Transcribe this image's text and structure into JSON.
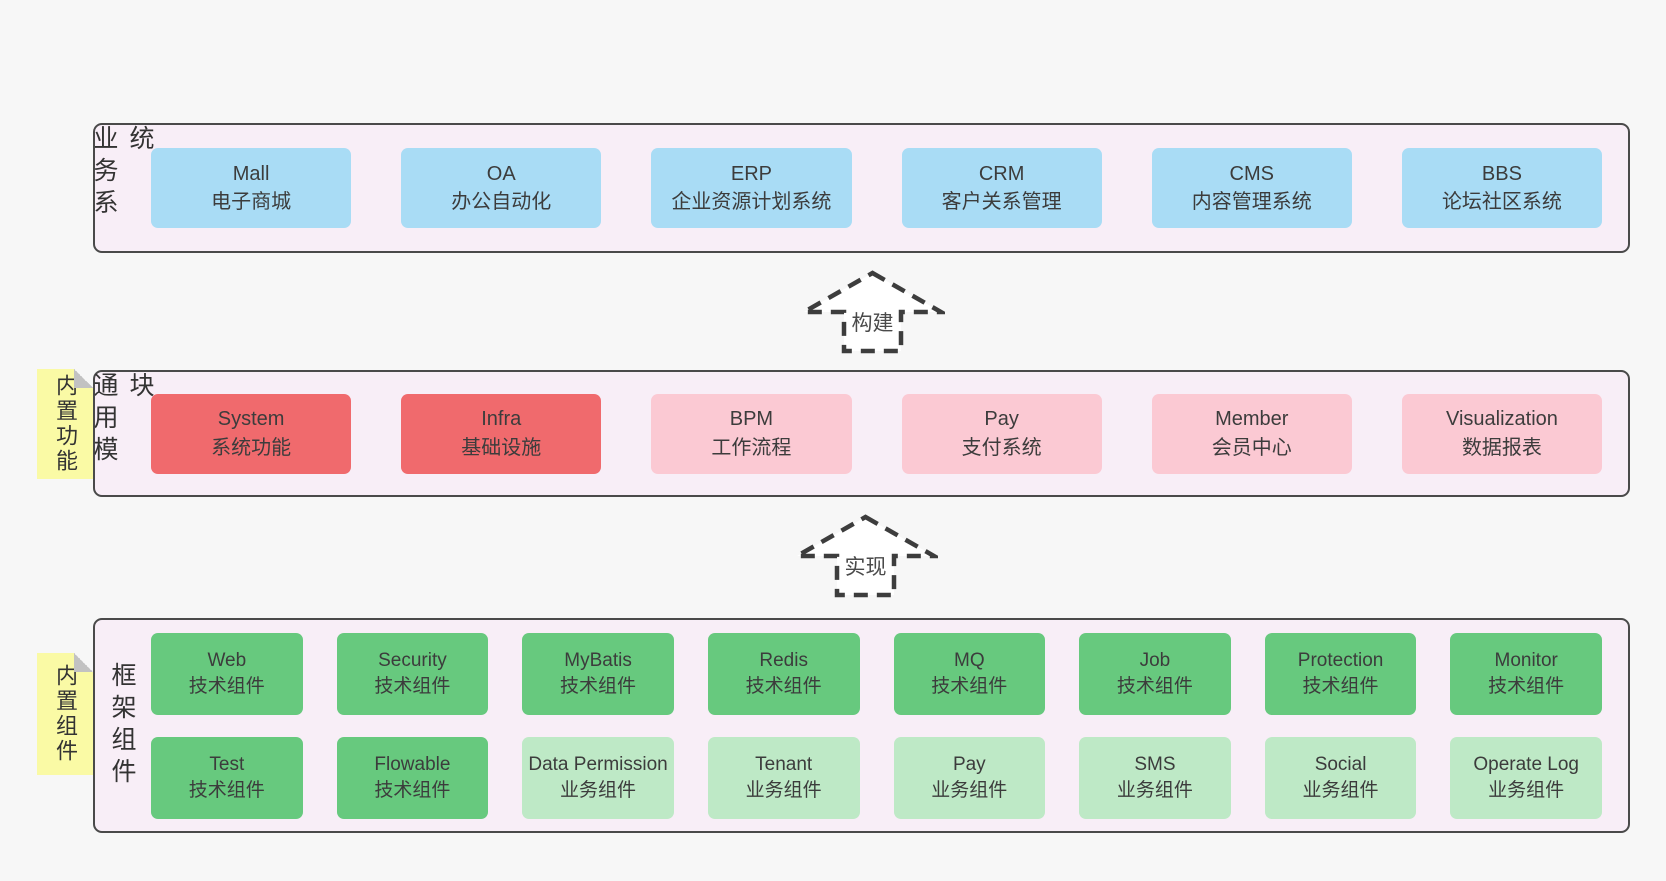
{
  "palette": {
    "page_bg": "#f7f7f7",
    "band_bg": "#f8eef7",
    "band_border": "#4a4a4a",
    "blue_box": "#a9dcf5",
    "red_box": "#f06a6d",
    "pink_box": "#fbc9d3",
    "green_box": "#67c97e",
    "light_green_box": "#bee9c6",
    "sticky_yellow": "#fafaa5",
    "arrow_stroke": "#3d3d3d"
  },
  "arrows": [
    {
      "label": "构建"
    },
    {
      "label": "实现"
    }
  ],
  "bands": [
    {
      "label": "业务系统",
      "boxes": [
        {
          "en": "Mall",
          "zh": "电子商城",
          "color": "blue"
        },
        {
          "en": "OA",
          "zh": "办公自动化",
          "color": "blue"
        },
        {
          "en": "ERP",
          "zh": "企业资源计划系统",
          "color": "blue"
        },
        {
          "en": "CRM",
          "zh": "客户关系管理",
          "color": "blue"
        },
        {
          "en": "CMS",
          "zh": "内容管理系统",
          "color": "blue"
        },
        {
          "en": "BBS",
          "zh": "论坛社区系统",
          "color": "blue"
        }
      ]
    },
    {
      "label": "通用模块",
      "sticky": "内置功能",
      "boxes": [
        {
          "en": "System",
          "zh": "系统功能",
          "color": "red"
        },
        {
          "en": "Infra",
          "zh": "基础设施",
          "color": "red"
        },
        {
          "en": "BPM",
          "zh": "工作流程",
          "color": "pink"
        },
        {
          "en": "Pay",
          "zh": "支付系统",
          "color": "pink"
        },
        {
          "en": "Member",
          "zh": "会员中心",
          "color": "pink"
        },
        {
          "en": "Visualization",
          "zh": "数据报表",
          "color": "pink"
        }
      ]
    },
    {
      "label": "框架组件",
      "sticky": "内置组件",
      "rows": [
        [
          {
            "en": "Web",
            "zh": "技术组件",
            "color": "green"
          },
          {
            "en": "Security",
            "zh": "技术组件",
            "color": "green"
          },
          {
            "en": "MyBatis",
            "zh": "技术组件",
            "color": "green"
          },
          {
            "en": "Redis",
            "zh": "技术组件",
            "color": "green"
          },
          {
            "en": "MQ",
            "zh": "技术组件",
            "color": "green"
          },
          {
            "en": "Job",
            "zh": "技术组件",
            "color": "green"
          },
          {
            "en": "Protection",
            "zh": "技术组件",
            "color": "green"
          },
          {
            "en": "Monitor",
            "zh": "技术组件",
            "color": "green"
          }
        ],
        [
          {
            "en": "Test",
            "zh": "技术组件",
            "color": "green"
          },
          {
            "en": "Flowable",
            "zh": "技术组件",
            "color": "green"
          },
          {
            "en": "Data Permission",
            "zh": "业务组件",
            "color": "lightgreen"
          },
          {
            "en": "Tenant",
            "zh": "业务组件",
            "color": "lightgreen"
          },
          {
            "en": "Pay",
            "zh": "业务组件",
            "color": "lightgreen"
          },
          {
            "en": "SMS",
            "zh": "业务组件",
            "color": "lightgreen"
          },
          {
            "en": "Social",
            "zh": "业务组件",
            "color": "lightgreen"
          },
          {
            "en": "Operate Log",
            "zh": "业务组件",
            "color": "lightgreen"
          }
        ]
      ]
    }
  ]
}
